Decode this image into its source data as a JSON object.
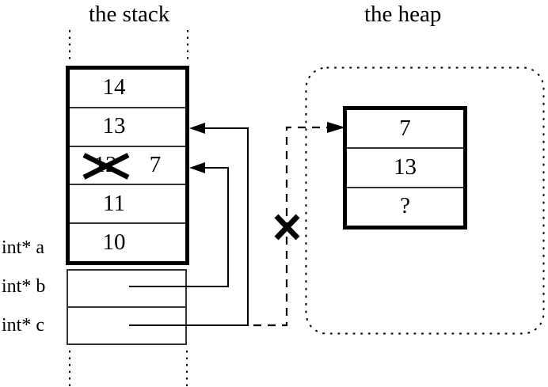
{
  "stack": {
    "title": "the stack",
    "cells": [
      {
        "value": "14"
      },
      {
        "value": "13"
      },
      {
        "crossed_value": "12",
        "new_value": "7"
      },
      {
        "value": "11"
      },
      {
        "value": "10"
      }
    ],
    "pointer_labels": [
      {
        "label": "int* a"
      },
      {
        "label": "int* b"
      },
      {
        "label": "int* c"
      }
    ]
  },
  "heap": {
    "title": "the heap",
    "cells": [
      {
        "value": "7"
      },
      {
        "value": "13"
      },
      {
        "value": "?"
      }
    ]
  },
  "connections": [
    {
      "from": "int* b",
      "to": "stack cell containing 7 (crossed-out 12)",
      "style": "solid-arrow"
    },
    {
      "from": "int* c",
      "to": "stack cell containing 13",
      "style": "solid-arrow"
    },
    {
      "from": "int* c",
      "to": "heap block",
      "style": "dashed-arrow",
      "invalidated": true
    }
  ],
  "marks": {
    "crossed_out_value_icon": "✕",
    "invalid_pointer_icon": "✕"
  },
  "colors": {
    "ink": "#000000",
    "thin_line": "#333333",
    "background": "#ffffff"
  }
}
